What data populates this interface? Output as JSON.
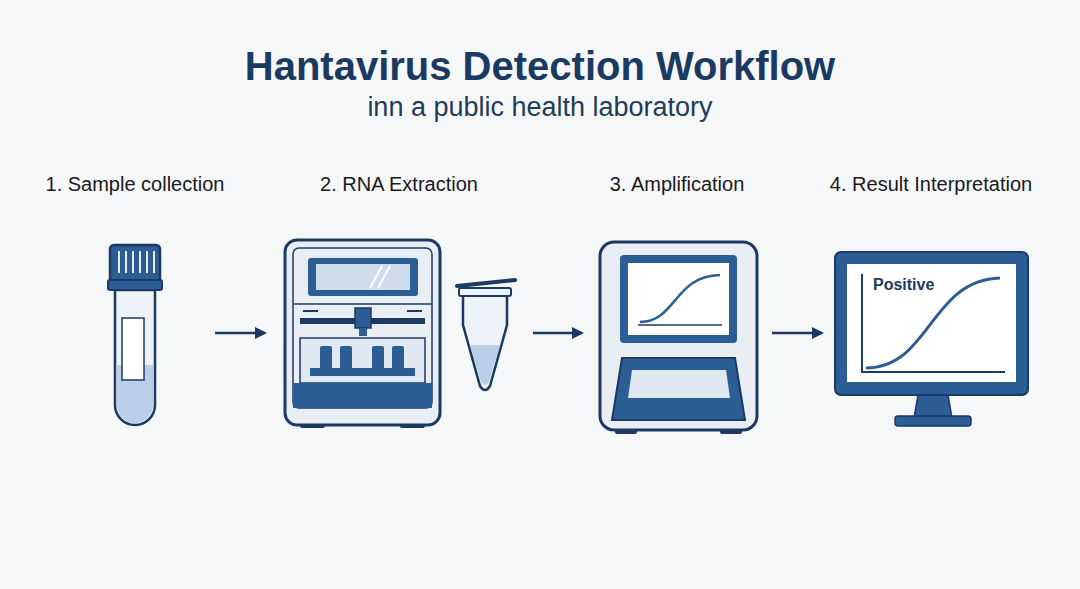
{
  "diagram": {
    "title": "Hantavirus Detection Workflow",
    "nodes": [
      {
        "text": [
          "1. Sample collection"
        ]
      },
      {
        "text": [
          "2. RNA Extraction"
        ]
      },
      {
        "text": [
          "3. Amplification"
        ]
      },
      {
        "text": [
          "4. Result Interpretation",
          "Positive"
        ]
      }
    ],
    "edges": [
      {
        "from": 0,
        "to": 1,
        "arrow": "to"
      },
      {
        "from": 1,
        "to": 2,
        "arrow": "to"
      },
      {
        "from": 2,
        "to": 3,
        "arrow": "to"
      }
    ],
    "labels": [
      "inn a public health laboratory"
    ]
  }
}
